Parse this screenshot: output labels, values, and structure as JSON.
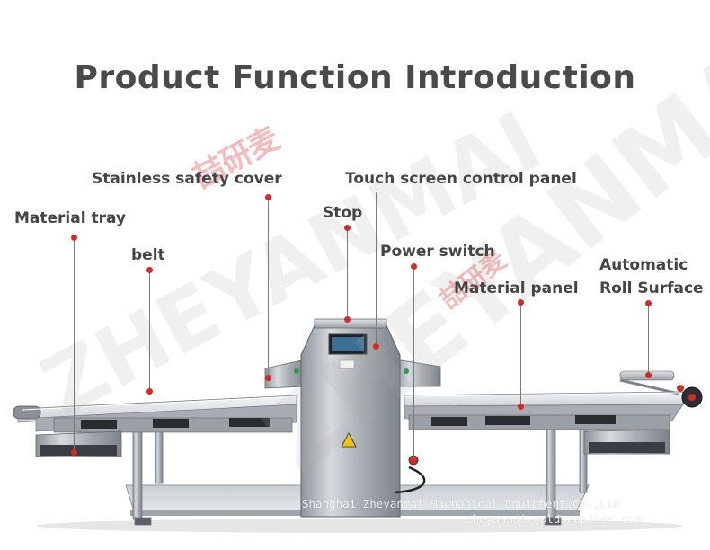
{
  "title": "Product Function Introduction",
  "callouts": {
    "stainless_safety_cover": "Stainless safety cover",
    "touch_screen_control_panel": "Touch screen control panel",
    "material_tray": "Material tray",
    "stop": "Stop",
    "belt": "belt",
    "power_switch": "Power switch",
    "automatic_line1": "Automatic",
    "automatic_line2": "Roll Surface",
    "material_panel": "Material panel"
  },
  "watermark": {
    "logo": "ZHEYANMAI",
    "logo_cn": "喆研麦",
    "company": "Shanghai Zheyanmai Machanical Equipment Co.,Ltd",
    "site": "zheyanmai.goldsupplier.com"
  },
  "colors": {
    "title": "#4a4a4a",
    "label": "#454545",
    "marker": "#d42a2a",
    "steel": "#b9bec4"
  }
}
